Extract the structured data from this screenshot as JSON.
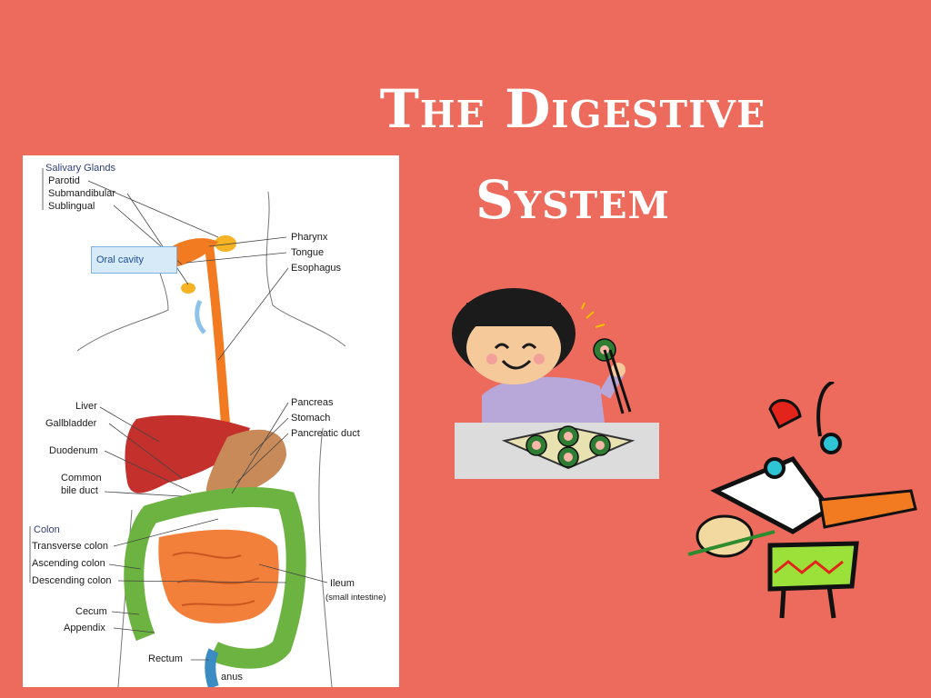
{
  "title": {
    "line1": "The Digestive",
    "line2": "System"
  },
  "diagram": {
    "groups": {
      "salivary": "Salivary Glands",
      "colon": "Colon"
    },
    "oral_cavity": "Oral cavity",
    "labels": {
      "parotid": "Parotid",
      "submandibular": "Submandibular",
      "sublingual": "Sublingual",
      "pharynx": "Pharynx",
      "tongue": "Tongue",
      "esophagus": "Esophagus",
      "liver": "Liver",
      "gallbladder": "Gallbladder",
      "duodenum": "Duodenum",
      "common_bile_duct_1": "Common",
      "common_bile_duct_2": "bile duct",
      "pancreas": "Pancreas",
      "stomach": "Stomach",
      "pancreatic_duct": "Pancreatic duct",
      "transverse_colon": "Transverse colon",
      "ascending_colon": "Ascending colon",
      "descending_colon": "Descending colon",
      "ileum": "Ileum",
      "small_intestine": "(small intestine)",
      "cecum": "Cecum",
      "appendix": "Appendix",
      "rectum": "Rectum",
      "anus": "anus"
    }
  },
  "colors": {
    "background": "#ec6b5c",
    "esophagus": "#f27a20",
    "liver": "#c4302b",
    "colon": "#6cb342",
    "small_intestine": "#f2803a"
  },
  "illustrations": [
    "girl-eating-sushi",
    "chef-with-skewer"
  ]
}
